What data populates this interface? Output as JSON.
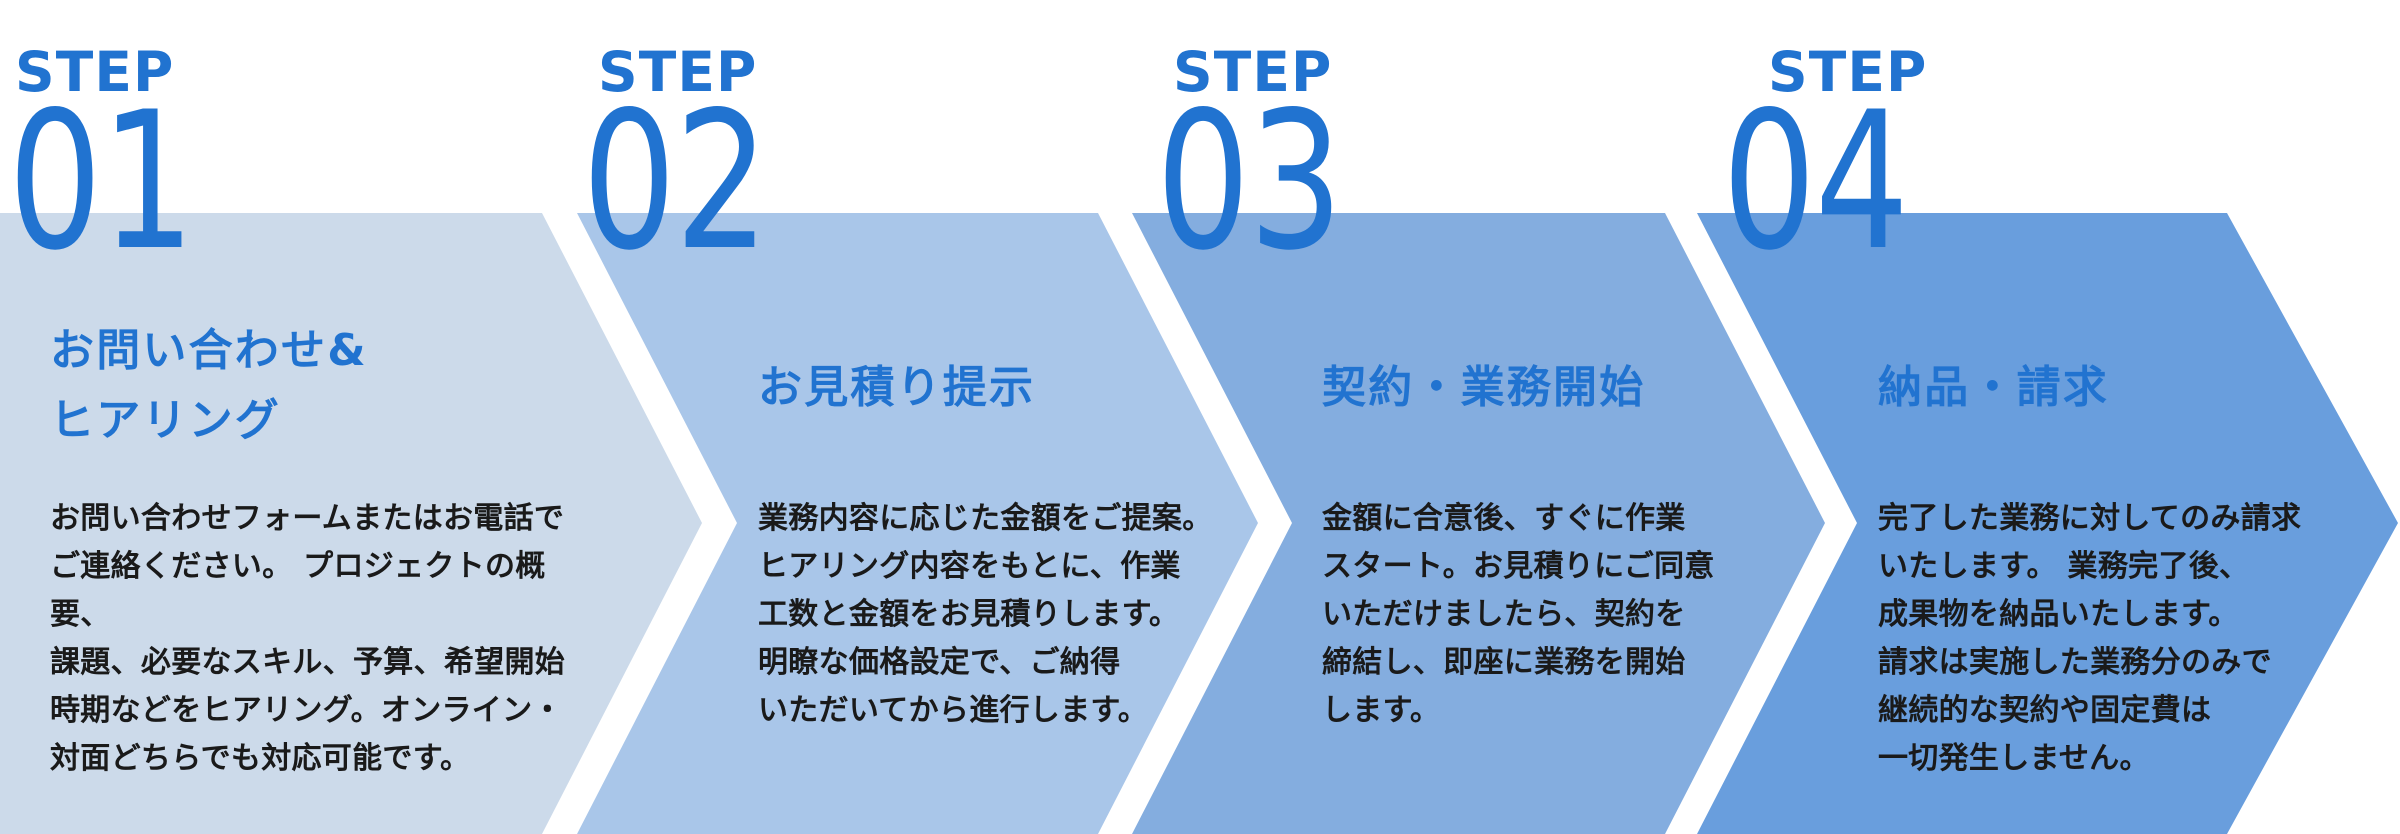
{
  "accent_color": "#2173d0",
  "body_text_color": "#1a1a1a",
  "background_color": "#ffffff",
  "steps": [
    {
      "label": "STEP",
      "number": "01",
      "title": "お問い合わせ&\nヒアリング",
      "description": "お問い合わせフォームまたはお電話で\nご連絡ください。 プロジェクトの概要、\n課題、必要なスキル、予算、希望開始\n時期などをヒアリング。オンライン・\n対面どちらでも対応可能です。",
      "fill": "#ccdaea"
    },
    {
      "label": "STEP",
      "number": "02",
      "title": "お見積り提示",
      "description": "業務内容に応じた金額をご提案。\nヒアリング内容をもとに、作業\n工数と金額をお見積りします。\n明瞭な価格設定で、ご納得\nいただいてから進行します。",
      "fill": "#a9c6e9"
    },
    {
      "label": "STEP",
      "number": "03",
      "title": "契約・業務開始",
      "description": "金額に合意後、すぐに作業\nスタート。お見積りにご同意\nいただけましたら、契約を\n締結し、即座に業務を開始\nします。",
      "fill": "#84addf"
    },
    {
      "label": "STEP",
      "number": "04",
      "title": "納品・請求",
      "description": "完了した業務に対してのみ請求\nいたします。 業務完了後、\n成果物を納品いたします。\n請求は実施した業務分のみで\n継続的な契約や固定費は\n一切発生しません。",
      "fill": "#699edd"
    }
  ]
}
